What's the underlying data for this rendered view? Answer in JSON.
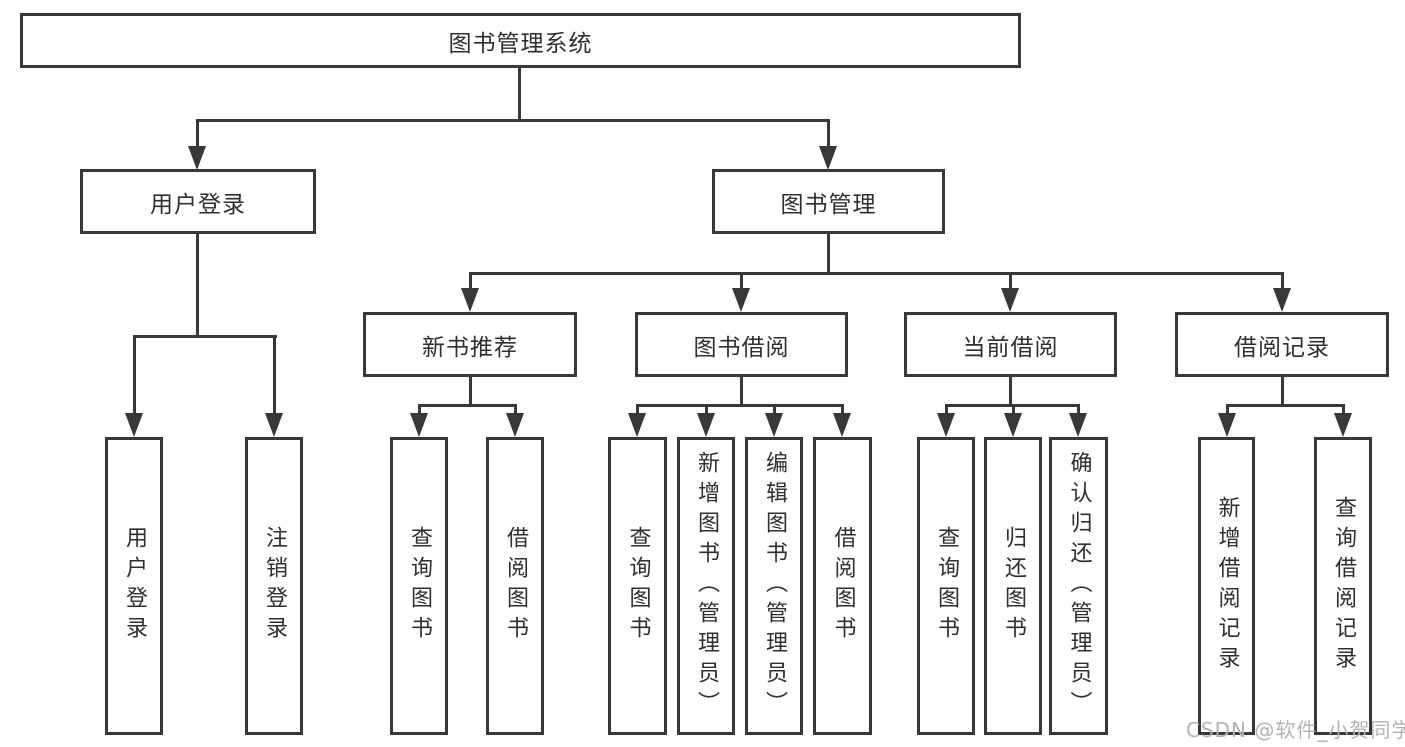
{
  "diagram": {
    "title": "图书管理系统",
    "colors": {
      "line": "#383838",
      "text": "#2f2f2f",
      "background": "#ffffff",
      "watermark": "#b3b3b3"
    },
    "root": {
      "label": "图书管理系统"
    },
    "level2": {
      "user_login": {
        "label": "用户登录"
      },
      "book_management": {
        "label": "图书管理"
      }
    },
    "level3": {
      "new_book_recommend": {
        "label": "新书推荐"
      },
      "book_borrow": {
        "label": "图书借阅"
      },
      "current_borrow": {
        "label": "当前借阅"
      },
      "borrow_records": {
        "label": "借阅记录"
      }
    },
    "leaves": {
      "user_login_leaf": {
        "label": "用户登录"
      },
      "logout_leaf": {
        "label": "注销登录"
      },
      "nb_query_book": {
        "label": "查询图书"
      },
      "nb_borrow_book": {
        "label": "借阅图书"
      },
      "bb_query_book": {
        "label": "查询图书"
      },
      "bb_add_book_admin": {
        "label": "新增图书（管理员）"
      },
      "bb_edit_book_admin": {
        "label": "编辑图书（管理员）"
      },
      "bb_borrow_book": {
        "label": "借阅图书"
      },
      "cb_query_book": {
        "label": "查询图书"
      },
      "cb_return_book": {
        "label": "归还图书"
      },
      "cb_confirm_return_admin": {
        "label": "确认归还（管理员）"
      },
      "br_add_record": {
        "label": "新增借阅记录"
      },
      "br_query_record": {
        "label": "查询借阅记录"
      }
    },
    "watermark": "CSDN @软件_小贺同学"
  }
}
